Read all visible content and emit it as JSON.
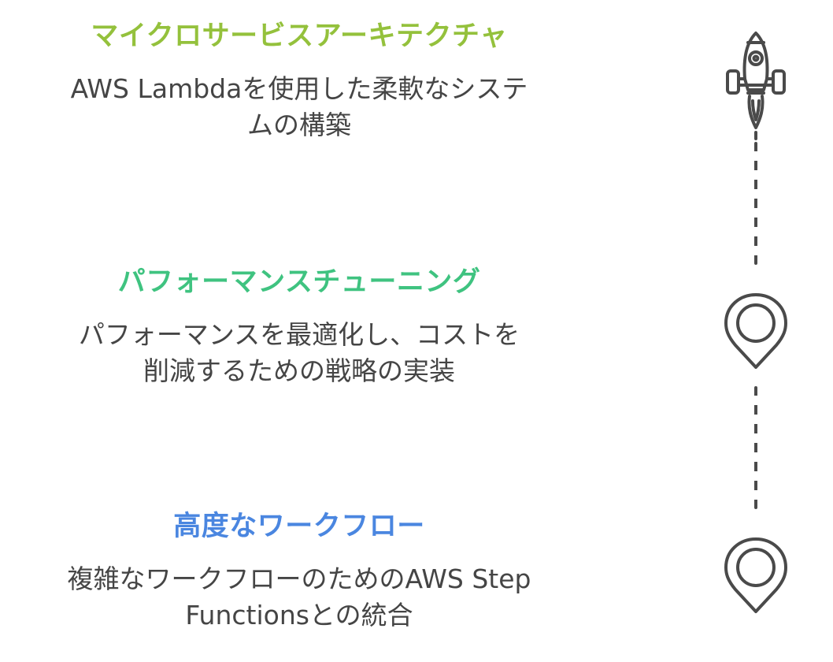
{
  "colors": {
    "step1_title": "#94C13C",
    "step2_title": "#3FC380",
    "step3_title": "#4A86E0",
    "body_text": "#454545",
    "icon_stroke": "#4A4A4A"
  },
  "steps": [
    {
      "title": "マイクロサービスアーキテクチャ",
      "description_lines": [
        "AWS Lambdaを使用した柔軟なシステ",
        "ムの構築"
      ],
      "icon": "rocket-icon"
    },
    {
      "title": "パフォーマンスチューニング",
      "description_lines": [
        "パフォーマンスを最適化し、コストを",
        "削減するための戦略の実装"
      ],
      "icon": "map-pin-icon"
    },
    {
      "title": "高度なワークフロー",
      "description_lines": [
        "複雑なワークフローのためのAWS Step",
        "Functionsとの統合"
      ],
      "icon": "map-pin-icon"
    }
  ]
}
